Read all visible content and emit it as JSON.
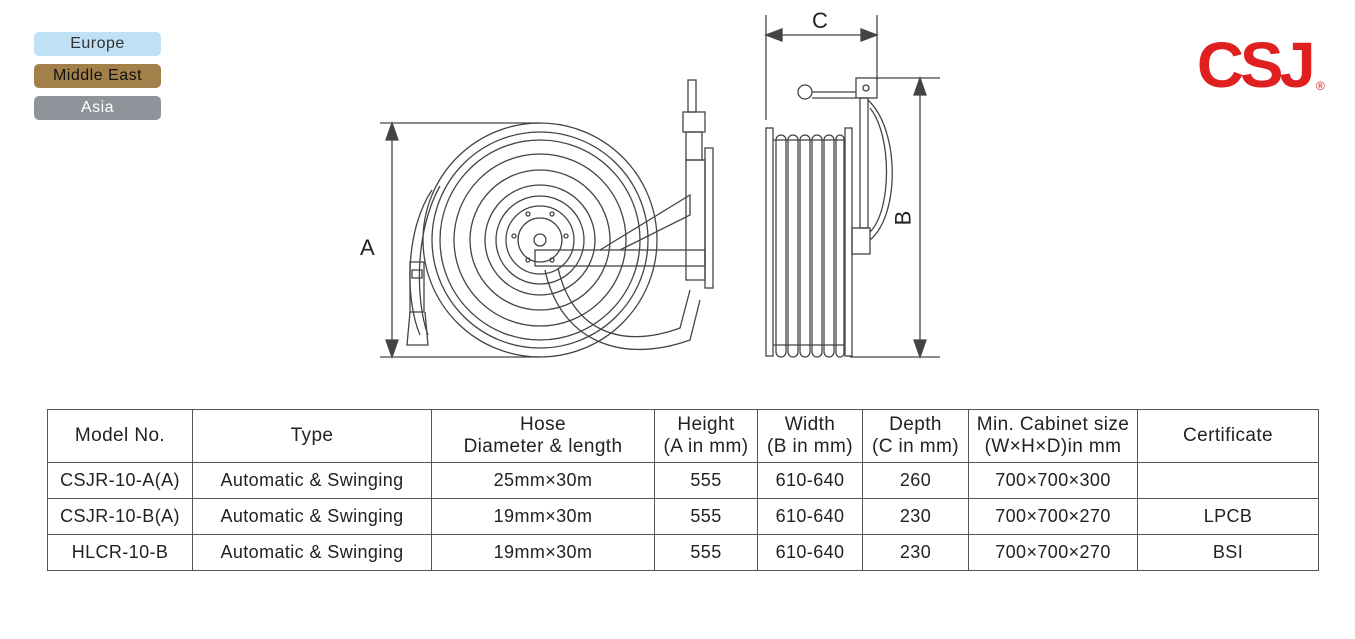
{
  "regions": [
    "Europe",
    "Middle East",
    "Asia"
  ],
  "brand": {
    "logo": "CSJ",
    "reg": "®",
    "color": "#e02020"
  },
  "dims": {
    "a": "A",
    "b": "B",
    "c": "C"
  },
  "table": {
    "headers": [
      [
        "Model No."
      ],
      [
        "Type"
      ],
      [
        "Hose",
        "Diameter & length"
      ],
      [
        "Height",
        "(A in mm)"
      ],
      [
        "Width",
        "(B in mm)"
      ],
      [
        "Depth",
        "(C in mm)"
      ],
      [
        "Min. Cabinet size",
        "(W×H×D)in mm"
      ],
      [
        "Certificate"
      ]
    ],
    "rows": [
      [
        "CSJR-10-A(A)",
        "Automatic & Swinging",
        "25mm×30m",
        "555",
        "610-640",
        "260",
        "700×700×300",
        ""
      ],
      [
        "CSJR-10-B(A)",
        "Automatic & Swinging",
        "19mm×30m",
        "555",
        "610-640",
        "230",
        "700×700×270",
        "LPCB"
      ],
      [
        "HLCR-10-B",
        "Automatic & Swinging",
        "19mm×30m",
        "555",
        "610-640",
        "230",
        "700×700×270",
        "BSI"
      ]
    ]
  }
}
